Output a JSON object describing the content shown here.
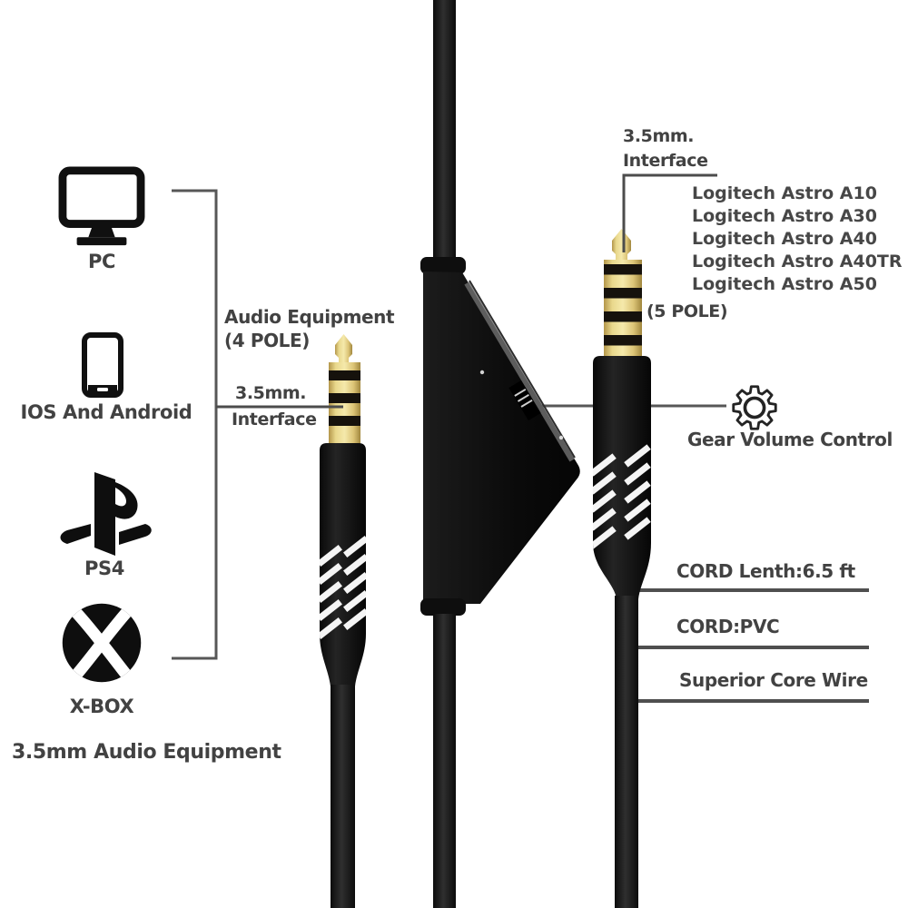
{
  "page": {
    "background": "#ffffff"
  },
  "colors": {
    "text": "#424242",
    "leader_line": "#575757",
    "gold": "#ecd98d",
    "plug_black": "#131313",
    "cable_black": "#1a1a1a"
  },
  "left_panel": {
    "devices": [
      {
        "label": "PC",
        "icon": "pc-monitor-icon"
      },
      {
        "label": "IOS And Android",
        "icon": "smartphone-icon"
      },
      {
        "label": "PS4",
        "icon": "playstation-logo-icon"
      },
      {
        "label": "X-BOX",
        "icon": "xbox-logo-icon"
      }
    ],
    "caption": "3.5mm Audio Equipment"
  },
  "left_plug": {
    "equipment_label_line1": "Audio Equipment",
    "equipment_label_line2": "(4 POLE)",
    "interface_label_line1": "3.5mm.",
    "interface_label_line2": "Interface"
  },
  "right_plug": {
    "interface_label_line1": "3.5mm.",
    "interface_label_line2": "Interface",
    "compatible_models": [
      "Logitech Astro A10",
      "Logitech Astro A30",
      "Logitech Astro A40",
      "Logitech Astro A40TR",
      "Logitech Astro A50"
    ],
    "pole_label": "(5 POLE)"
  },
  "volume_control": {
    "label": "Gear Volume Control",
    "icon": "gear-icon"
  },
  "cord_specs": [
    "CORD Lenth:6.5 ft",
    "CORD:PVC",
    "Superior Core Wire"
  ]
}
